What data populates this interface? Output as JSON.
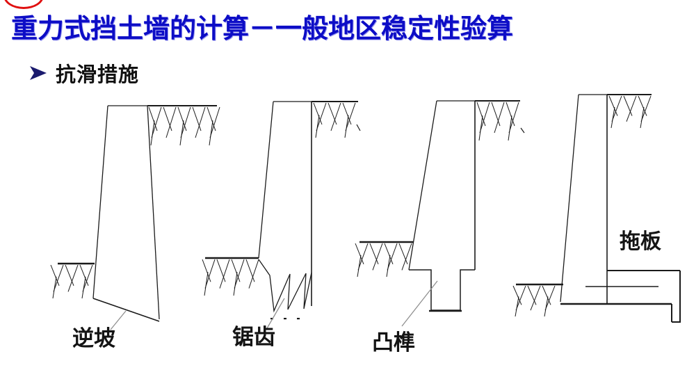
{
  "title": "重力式挡土墙的计算－一般地区稳定性验算",
  "bullet": {
    "label": "抗滑措施"
  },
  "diagrams": [
    {
      "label": "逆坡"
    },
    {
      "label": "锯齿"
    },
    {
      "label": "凸榫"
    },
    {
      "label": "拖板"
    }
  ],
  "colors": {
    "title": "#0d0dc6",
    "line": "#1a1a1a",
    "leader": "#8f8f8f",
    "accent_red": "#e01010",
    "text": "#141414"
  }
}
